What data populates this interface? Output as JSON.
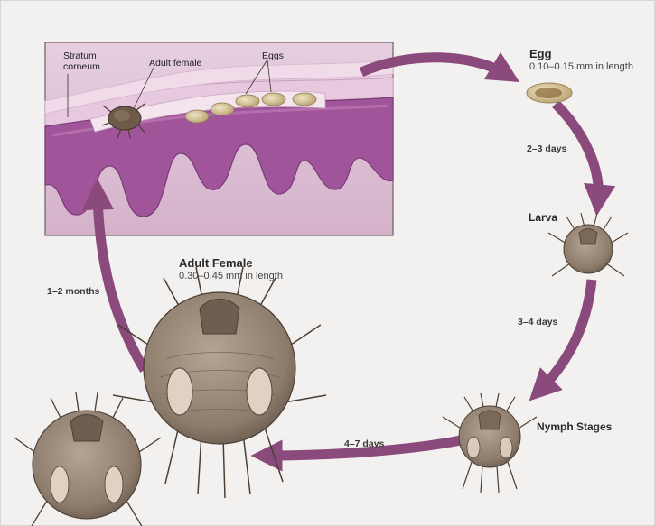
{
  "skin_panel": {
    "stratum_label_line1": "Stratum",
    "stratum_label_line2": "corneum",
    "adult_female_label": "Adult female",
    "eggs_label": "Eggs"
  },
  "stages": {
    "egg": {
      "title": "Egg",
      "size": "0.10–0.15 mm in length"
    },
    "larva": {
      "title": "Larva"
    },
    "nymph": {
      "title": "Nymph Stages"
    },
    "adult": {
      "title": "Adult Female",
      "size": "0.30–0.45 mm in length"
    }
  },
  "durations": {
    "egg_to_larva": "2–3 days",
    "larva_to_nymph": "3–4 days",
    "nymph_to_adult": "4–7 days",
    "adult_to_skin": "1–2 months"
  },
  "colors": {
    "arrow": "#8a4a7c",
    "mite_body": "#8f7e6f",
    "skin_epidermis": "#a0559a",
    "dermis": "#d9b9cf",
    "egg": "#d9c7a0"
  }
}
